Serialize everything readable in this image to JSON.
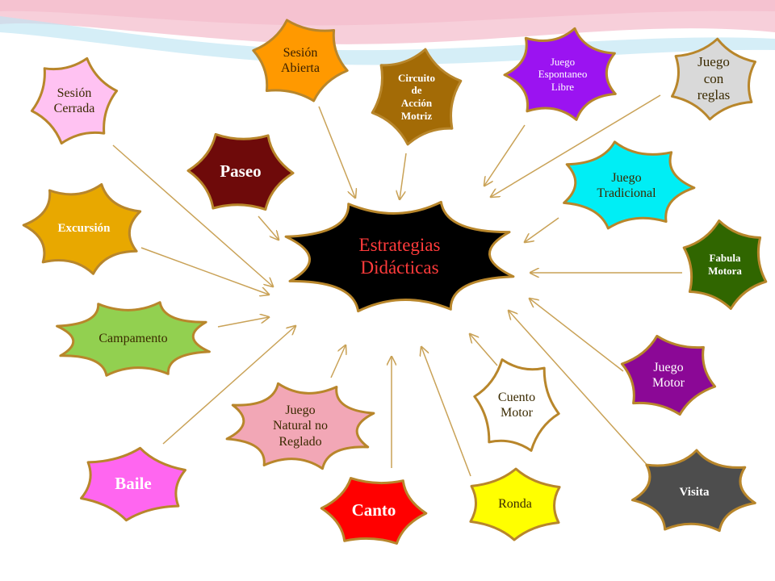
{
  "colors": {
    "outline": "#b8862b",
    "arrow": "#c9a257",
    "banner_pink": "#f1a8bc",
    "banner_blue": "#bfe5f3"
  },
  "center": {
    "label": "Estrategias\nDidácticas",
    "fill": "#000000",
    "text_color": "#ff3b3b"
  },
  "strategies": [
    {
      "label": "Sesión\nCerrada",
      "fill": "#ffc2f2",
      "text_color": "#3a2a00"
    },
    {
      "label": "Sesión\nAbierta",
      "fill": "#ff9900",
      "text_color": "#3a2000"
    },
    {
      "label": "Circuito\nde\nAcción\nMotriz",
      "fill": "#a36b06",
      "text_color": "#ffffff"
    },
    {
      "label": "Juego\nEspontaneo\nLibre",
      "fill": "#9b13f1",
      "text_color": "#ffffff"
    },
    {
      "label": "Juego\ncon\nreglas",
      "fill": "#d9d9d9",
      "text_color": "#3a2a00"
    },
    {
      "label": "Paseo",
      "fill": "#6e0a0a",
      "text_color": "#ffffff"
    },
    {
      "label": "Juego\nTradicional",
      "fill": "#00eef5",
      "text_color": "#3a2a00"
    },
    {
      "label": "Excursión",
      "fill": "#e8a800",
      "text_color": "#ffffff"
    },
    {
      "label": "Fabula\nMotora",
      "fill": "#306600",
      "text_color": "#ffffff"
    },
    {
      "label": "Campamento",
      "fill": "#92d050",
      "text_color": "#3a2a00"
    },
    {
      "label": "Juego\nMotor",
      "fill": "#8b0896",
      "text_color": "#ffffff"
    },
    {
      "label": "Juego\nNatural no\nReglado",
      "fill": "#f2a7b6",
      "text_color": "#3a2a00"
    },
    {
      "label": "Cuento\nMotor",
      "fill": "#ffffff",
      "text_color": "#3a2a00"
    },
    {
      "label": "Baile",
      "fill": "#ff66f0",
      "text_color": "#ffffff"
    },
    {
      "label": "Canto",
      "fill": "#ff0000",
      "text_color": "#ffffff"
    },
    {
      "label": "Ronda",
      "fill": "#ffff00",
      "text_color": "#3a2a00"
    },
    {
      "label": "Visita",
      "fill": "#4d4d4d",
      "text_color": "#ffffff"
    }
  ]
}
